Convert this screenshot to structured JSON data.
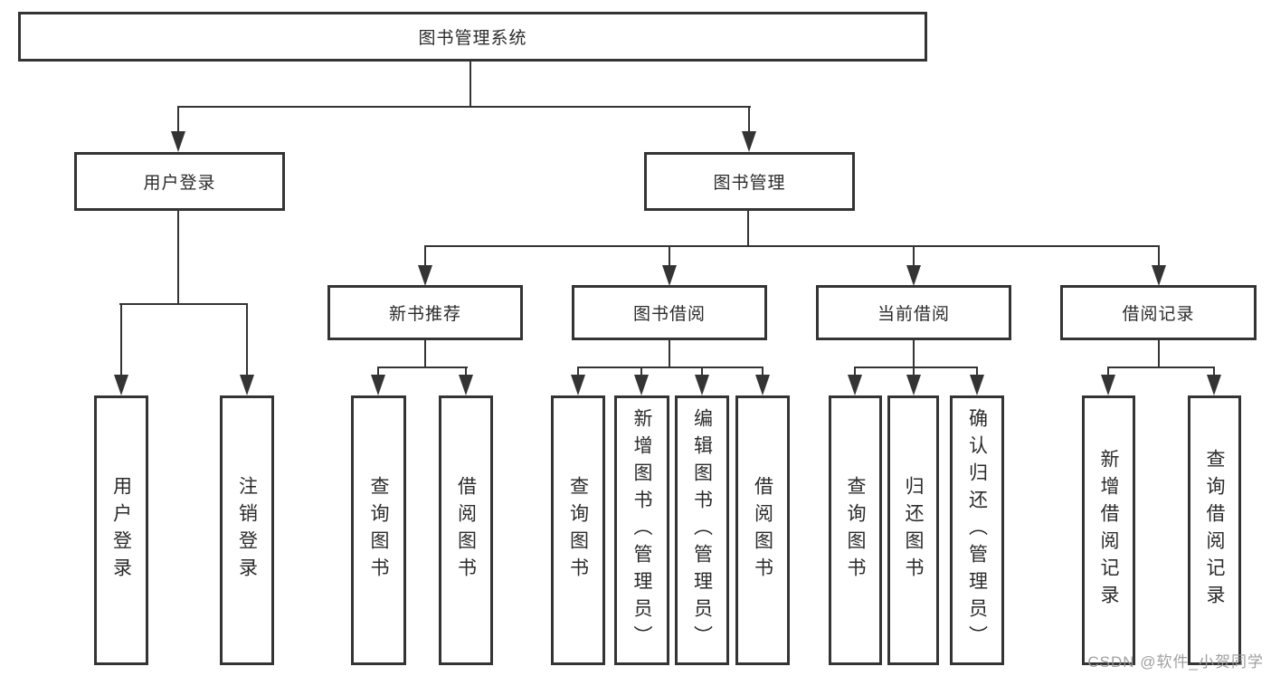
{
  "diagram": {
    "root": {
      "label": "图书管理系统"
    },
    "level2": [
      {
        "label": "用户登录"
      },
      {
        "label": "图书管理"
      }
    ],
    "level3": [
      {
        "label": "新书推荐"
      },
      {
        "label": "图书借阅"
      },
      {
        "label": "当前借阅"
      },
      {
        "label": "借阅记录"
      }
    ],
    "leaves": [
      {
        "label": "用户登录"
      },
      {
        "label": "注销登录"
      },
      {
        "label": "查询图书"
      },
      {
        "label": "借阅图书"
      },
      {
        "label": "查询图书"
      },
      {
        "label": "新增图书（管理员）"
      },
      {
        "label": "编辑图书（管理员）"
      },
      {
        "label": "借阅图书"
      },
      {
        "label": "查询图书"
      },
      {
        "label": "归还图书"
      },
      {
        "label": "确认归还（管理员）"
      },
      {
        "label": "新增借阅记录"
      },
      {
        "label": "查询借阅记录"
      }
    ]
  },
  "watermark": "CSDN @软件_小贺同学",
  "colors": {
    "line": "#343434",
    "text": "#2b2b2b",
    "background": "#ffffff",
    "watermark": "#969696"
  }
}
